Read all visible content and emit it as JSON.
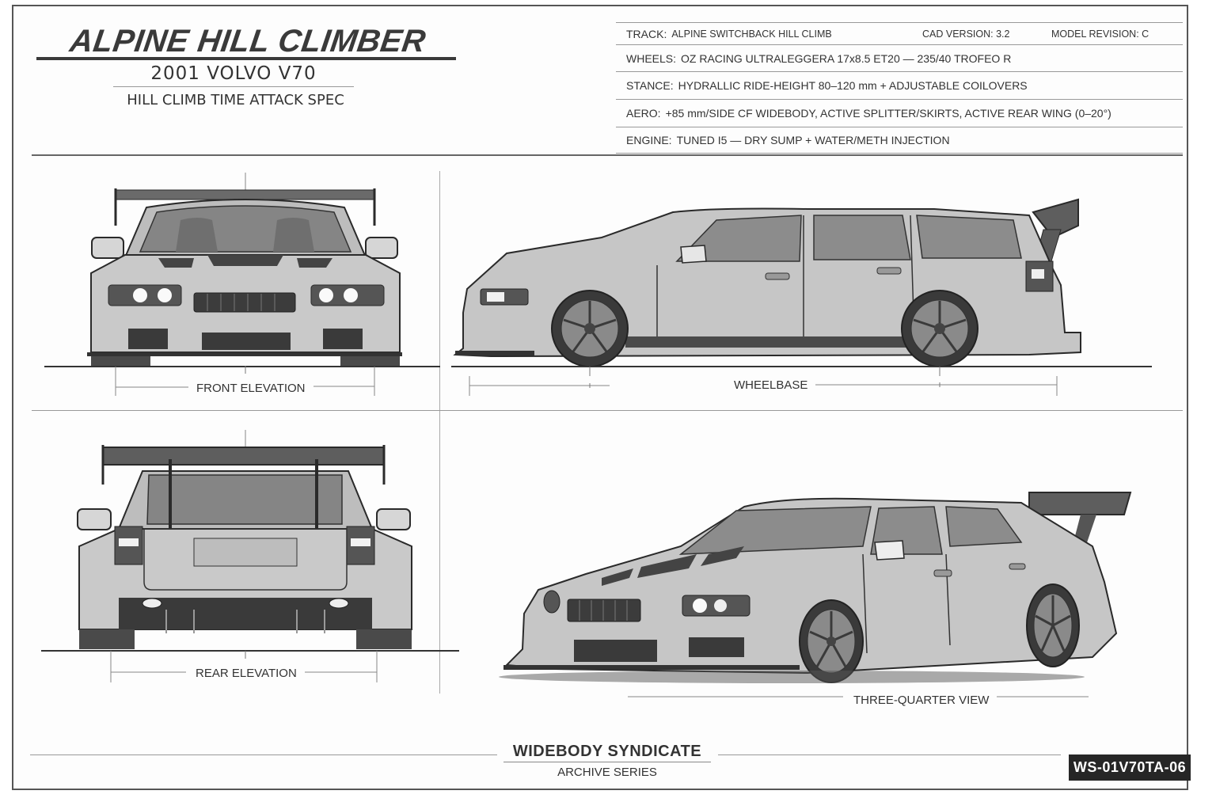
{
  "header": {
    "title": "ALPINE HILL CLIMBER",
    "subtitle": "2001 VOLVO V70",
    "tagline": "HILL CLIMB TIME ATTACK SPEC"
  },
  "specs": {
    "track": {
      "label": "TRACK:",
      "value": "ALPINE SWITCHBACK HILL CLIMB"
    },
    "cad_version": {
      "label": "CAD VERSION:",
      "value": "3.2"
    },
    "model_revision": {
      "label": "MODEL REVISION:",
      "value": "C"
    },
    "wheels": {
      "label": "WHEELS:",
      "value": "OZ RACING ULTRALEGGERA 17x8.5 ET20 — 235/40 TROFEO R"
    },
    "stance": {
      "label": "STANCE:",
      "value": "HYDRALLIC RIDE-HEIGHT 80–120 mm + ADJUSTABLE COILOVERS"
    },
    "aero": {
      "label": "AERO:",
      "value": "+85 mm/SIDE CF WIDEBODY, ACTIVE SPLITTER/SKIRTS, ACTIVE REAR WING (0–20°)"
    },
    "engine": {
      "label": "ENGINE:",
      "value": "TUNED I5 — DRY SUMP + WATER/METH INJECTION"
    }
  },
  "views": {
    "front": {
      "label": "FRONT ELEVATION"
    },
    "side": {
      "label": "WHEELBASE"
    },
    "rear": {
      "label": "REAR ELEVATION"
    },
    "three_quarter": {
      "label": "THREE-QUARTER VIEW"
    }
  },
  "footer": {
    "brand": "WIDEBODY SYNDICATE",
    "series": "ARCHIVE SERIES",
    "code": "WS-01V70TA-06"
  },
  "colors": {
    "ink": "#2a2a2a",
    "body": "#c8c8c8",
    "glass": "#8a8a8a",
    "dark": "#3c3c3c",
    "badge": "#262626"
  }
}
